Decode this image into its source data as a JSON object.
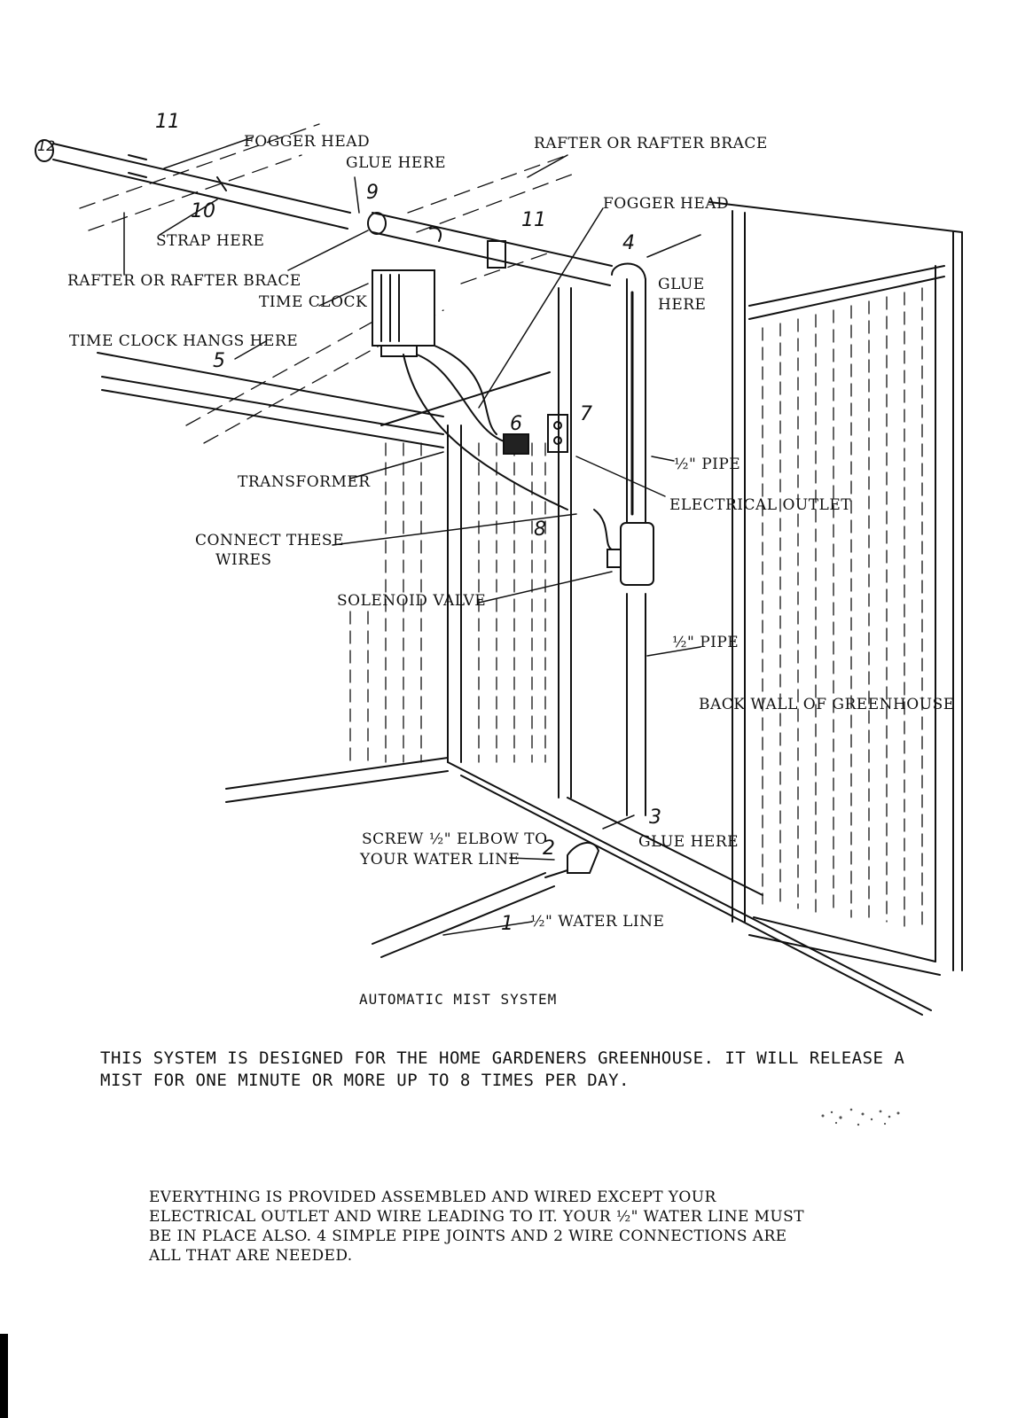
{
  "labels": {
    "fogger_head_1": "FOGGER HEAD",
    "rafter_brace_top": "RAFTER OR RAFTER BRACE",
    "glue_here_top": "GLUE HERE",
    "fogger_head_2": "FOGGER HEAD",
    "strap_here": "STRAP HERE",
    "rafter_brace_left": "RAFTER OR RAFTER BRACE",
    "time_clock": "TIME CLOCK",
    "glue_here_elbow_1": "GLUE",
    "glue_here_elbow_2": "HERE",
    "time_clock_hangs": "TIME CLOCK HANGS HERE",
    "pipe_upper": "½\" PIPE",
    "transformer": "TRANSFORMER",
    "electrical_outlet": "ELECTRICAL OUTLET",
    "connect_wires_1": "CONNECT THESE",
    "connect_wires_2": "WIRES",
    "solenoid_valve": "SOLENOID VALVE",
    "pipe_lower": "½\" PIPE",
    "back_wall": "BACK WALL OF GREENHOUSE",
    "screw_elbow_1": "SCREW ½\" ELBOW TO",
    "screw_elbow_2": "YOUR WATER LINE",
    "glue_here_bottom": "GLUE HERE",
    "water_line": "½\" WATER LINE"
  },
  "numbers": {
    "n1": "1",
    "n2": "2",
    "n3": "3",
    "n4": "4",
    "n5": "5",
    "n6": "6",
    "n7": "7",
    "n8": "8",
    "n9": "9",
    "n10": "10",
    "n11a": "11",
    "n11b": "11",
    "n12": "12"
  },
  "caption": "AUTOMATIC MIST SYSTEM",
  "paragraph_1": "THIS SYSTEM IS DESIGNED FOR THE HOME GARDENERS GREENHOUSE. IT WILL RELEASE A MIST FOR ONE MINUTE OR MORE UP TO 8 TIMES PER DAY.",
  "paragraph_2": "EVERYTHING IS PROVIDED ASSEMBLED AND WIRED EXCEPT YOUR ELECTRICAL OUTLET AND WIRE LEADING TO IT. YOUR ½\" WATER LINE MUST BE IN PLACE ALSO. 4 SIMPLE PIPE JOINTS AND 2 WIRE CONNECTIONS ARE ALL THAT ARE NEEDED."
}
